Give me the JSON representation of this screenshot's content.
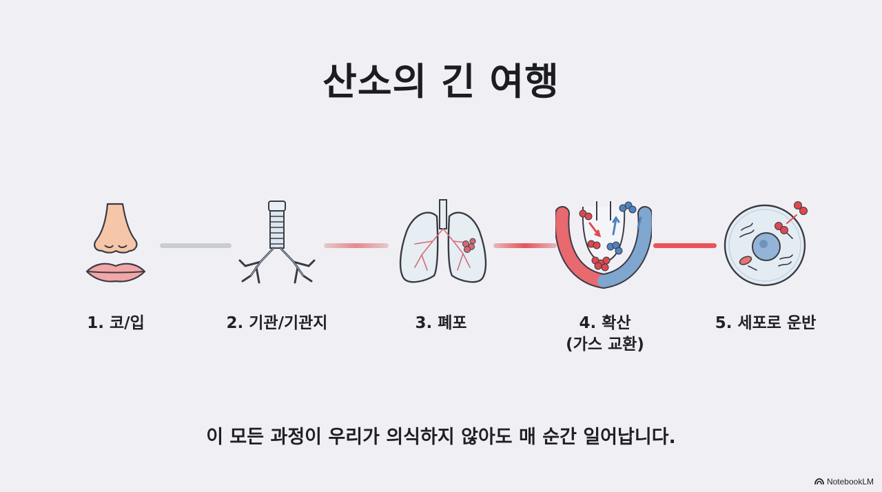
{
  "title": "산소의 긴 여행",
  "steps": [
    {
      "label": "1. 코/입",
      "icon": "nose-mouth-icon"
    },
    {
      "label": "2. 기관/기관지",
      "icon": "trachea-bronchi-icon"
    },
    {
      "label": "3. 폐포",
      "icon": "lungs-icon"
    },
    {
      "label_line1": "4. 확산",
      "label_line2": "(가스 교환)",
      "icon": "alveolus-diffusion-icon"
    },
    {
      "label": "5. 세포로 운반",
      "icon": "cell-icon"
    }
  ],
  "footer": "이 모든 과정이 우리가 의식하지 않아도 매 순간 일어납니다.",
  "brand": "NotebookLM",
  "colors": {
    "oxygen": "#e0484f",
    "co2": "#4f82c0",
    "connector_gray": "#c9ccd3",
    "connector_red": "#e8555b"
  }
}
